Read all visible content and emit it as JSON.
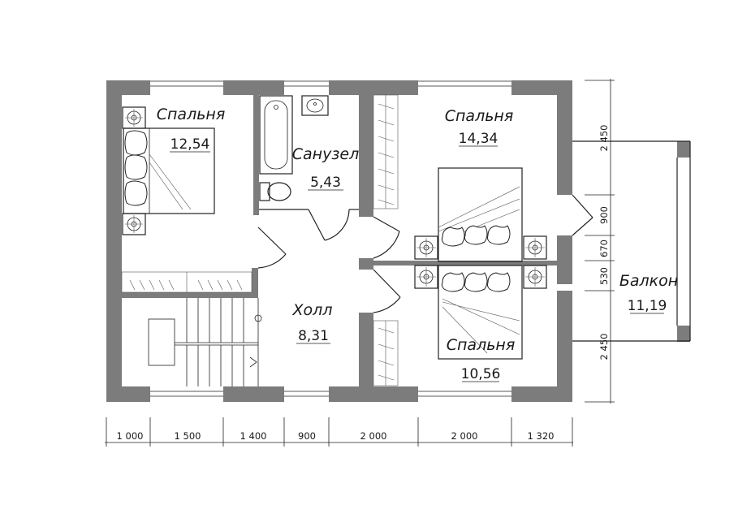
{
  "rooms": {
    "bedroom_left": {
      "name": "Спальня",
      "area": "12,54"
    },
    "bathroom": {
      "name": "Санузел",
      "area": "5,43"
    },
    "bedroom_top_right": {
      "name": "Спальня",
      "area": "14,34"
    },
    "hall": {
      "name": "Холл",
      "area": "8,31"
    },
    "bedroom_bottom_right": {
      "name": "Спальня",
      "area": "10,56"
    },
    "balcony": {
      "name": "Балкон",
      "area": "11,19"
    }
  },
  "dimensions": {
    "bottom": [
      "1 000",
      "1 500",
      "1 400",
      "900",
      "2 000",
      "2 000",
      "1 320"
    ],
    "right": [
      "2 450",
      "900",
      "670",
      "530",
      "2 450"
    ]
  },
  "colors": {
    "wall": "#7c7c7c",
    "line": "#222222"
  }
}
